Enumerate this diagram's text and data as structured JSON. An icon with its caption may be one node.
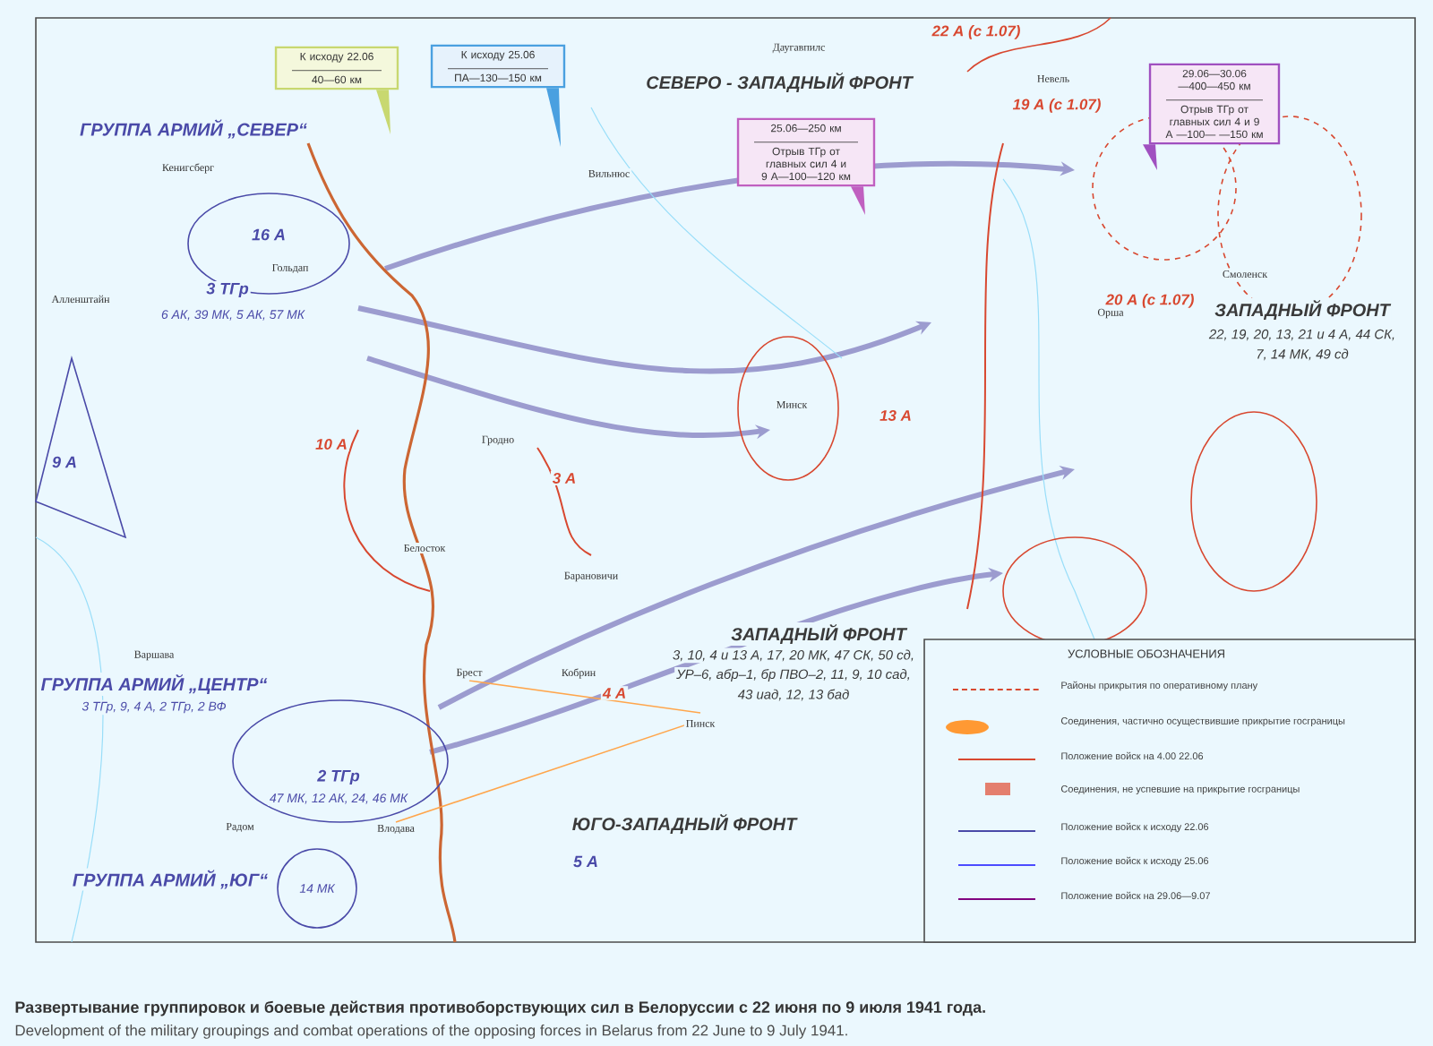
{
  "diagram": {
    "title": "Развертывание группировок и боевые действия противоборствующих сил в Белоруссии с 22 июня по 9 июля 1941 года.",
    "caption": "Development of the military groupings and combat operations of the opposing forces in Belarus from 22 June to 9 July 1941.",
    "nodes": [
      {
        "text": [
          "К исходу 22.06",
          "40—60 км"
        ]
      },
      {
        "text": [
          "К исходу 25.06",
          "ПА—130—150 км"
        ]
      },
      {
        "text": [
          "25.06—250 км",
          "Отрыв ТГр от главных сил 4 и 9 А—100—120 км"
        ]
      },
      {
        "text": [
          "29.06—30.06 —400—450 км",
          "Отрыв ТГр от главных сил 4 и 9 А —100— —150 км"
        ]
      }
    ],
    "labels": [
      "ГРУППА АРМИЙ „СЕВЕР“",
      "Кенигсберг",
      "СЕВЕРО - ЗАПАДНЫЙ ФРОНТ",
      "Даугавпилс",
      "22 А (с 1.07)",
      "Невель",
      "19 А (с 1.07)",
      "Вильнюс",
      "16 А",
      "Гольдап",
      "Алленштайн",
      "3 ТГр",
      "6 АК, 39 МК, 5 АК, 57 МК",
      "Смоленск",
      "ЗАПАДНЫЙ ФРОНТ",
      "22, 19, 20, 13, 21 и 4 А, 44 СК,",
      "7, 14 МК, 49 сд",
      "Орша",
      "20 А (с 1.07)",
      "Минск",
      "13 А",
      "Гродно",
      "3 А",
      "10 А",
      "9 А",
      "Белосток",
      "Барановичи",
      "Варшава",
      "ГРУППА АРМИЙ „ЦЕНТР“",
      "3 ТГр, 9, 4 А, 2 ТГр, 2 ВФ",
      "ЗАПАДНЫЙ ФРОНТ",
      "3, 10, 4 и 13 А, 17, 20 МК, 47 СК, 50 сд,",
      "УР–6, абр–1, бр ПВО–2, 11, 9, 10 сад,",
      "43 иад, 12, 13 бад",
      "Брест",
      "Кобрин",
      "4 А",
      "Пинск",
      "2 ТГр",
      "47 МК, 12 АК, 24, 46 МК",
      "Радом",
      "Влодава",
      "ЮГО-ЗАПАДНЫЙ ФРОНТ",
      "5 А",
      "ГРУППА АРМИЙ „ЮГ“",
      "14 МК",
      "УСЛОВНЫЕ ОБОЗНАЧЕНИЯ"
    ],
    "legend": [
      {
        "text": "Районы прикрытия по оперативному плану"
      },
      {
        "text": "Соединения, частично осуществившие прикрытие госграницы"
      },
      {
        "text": "Положение войск на 4.00 22.06"
      },
      {
        "text": "Соединения, не успевшие на прикрытие госграницы"
      },
      {
        "text": "Положение войск к исходу 22.06"
      },
      {
        "text": "Положение войск к исходу 25.06"
      },
      {
        "text": "Положение войск на 29.06—9.07"
      }
    ]
  }
}
